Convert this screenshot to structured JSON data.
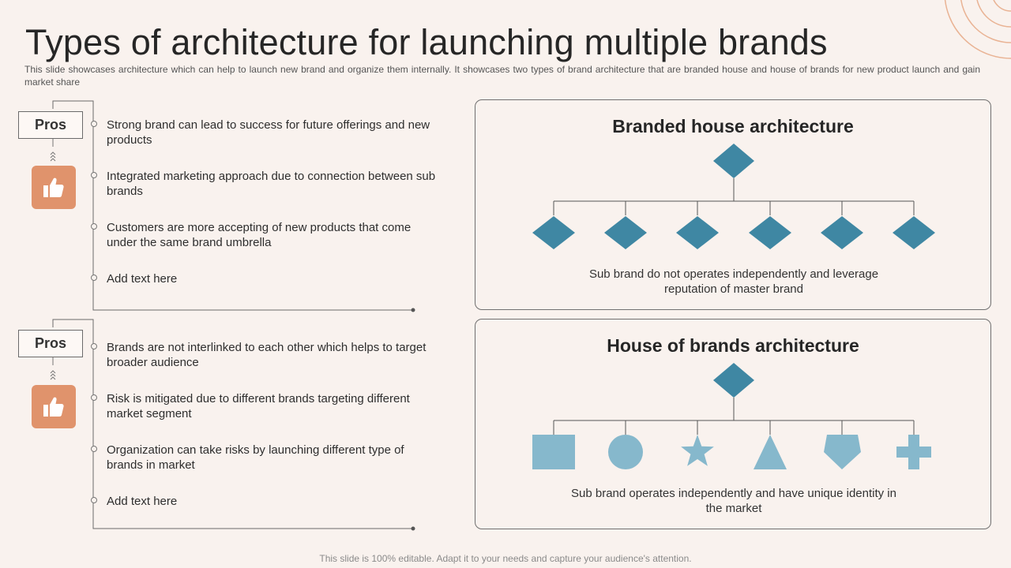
{
  "header": {
    "title": "Types of architecture for launching multiple brands",
    "subtitle": "This slide showcases architecture which can help to launch new brand and organize them internally. It showcases two types of brand architecture that are branded house and house of brands for new product launch and gain market share"
  },
  "sections": [
    {
      "label": "Pros",
      "points": [
        "Strong brand can lead to success for future  offerings and new products",
        "Integrated marketing approach due to connection between sub brands",
        "Customers are more accepting of new products that come under the same brand umbrella",
        "Add text here"
      ]
    },
    {
      "label": "Pros",
      "points": [
        "Brands are not interlinked to each other which helps to target broader audience",
        "Risk is mitigated due to different brands targeting different market segment",
        "Organization  can take risks by launching  different type of brands in market",
        "Add text here"
      ]
    }
  ],
  "panels": [
    {
      "title": "Branded house architecture",
      "description": "Sub brand do not operates independently   and leverage reputation of master brand",
      "shapes": [
        "diamond",
        "diamond",
        "diamond",
        "diamond",
        "diamond",
        "diamond"
      ]
    },
    {
      "title": "House of brands architecture",
      "description": "Sub brand operates independently   and have unique identity in the market",
      "shapes": [
        "square",
        "circle",
        "star",
        "triangle",
        "pentagon",
        "cross"
      ]
    }
  ],
  "icons": {
    "pros_icon": "thumbs-up-icon"
  },
  "colors": {
    "accent_orange": "#e0936c",
    "diamond_blue": "#3f87a3",
    "shape_blue": "#86b8cc",
    "background": "#f9f2ee"
  },
  "footer": "This slide is 100% editable. Adapt it to your needs and capture your audience's attention."
}
